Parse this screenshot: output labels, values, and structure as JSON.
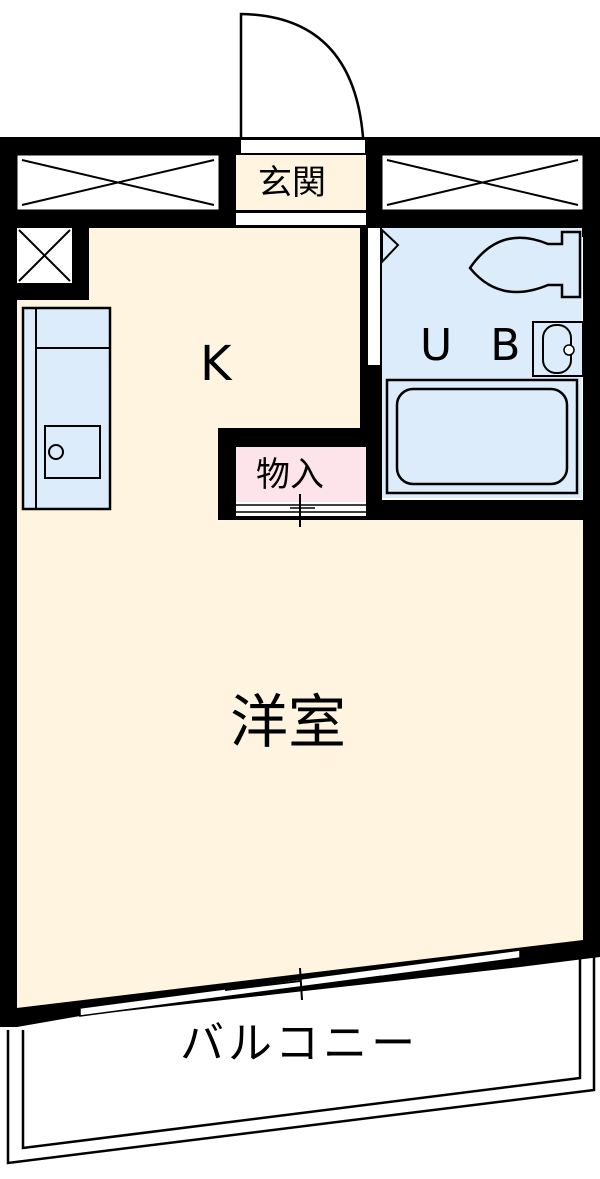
{
  "floorplan": {
    "rooms": {
      "entrance": {
        "label": "玄関",
        "fill": "#fff4e0"
      },
      "kitchen": {
        "label": "K",
        "fill": "#fff4e0"
      },
      "unit_bath": {
        "label": "U B",
        "fill": "#dcecfb"
      },
      "storage": {
        "label": "物入",
        "fill": "#fde4ea"
      },
      "western_room": {
        "label": "洋室",
        "fill": "#fff4e0"
      },
      "balcony": {
        "label": "バルコニー",
        "fill": "#ffffff"
      }
    },
    "colors": {
      "wall": "#000000",
      "floor_wood": "#fff4e0",
      "wet_area": "#dcecfb",
      "storage": "#fde4ea"
    }
  }
}
